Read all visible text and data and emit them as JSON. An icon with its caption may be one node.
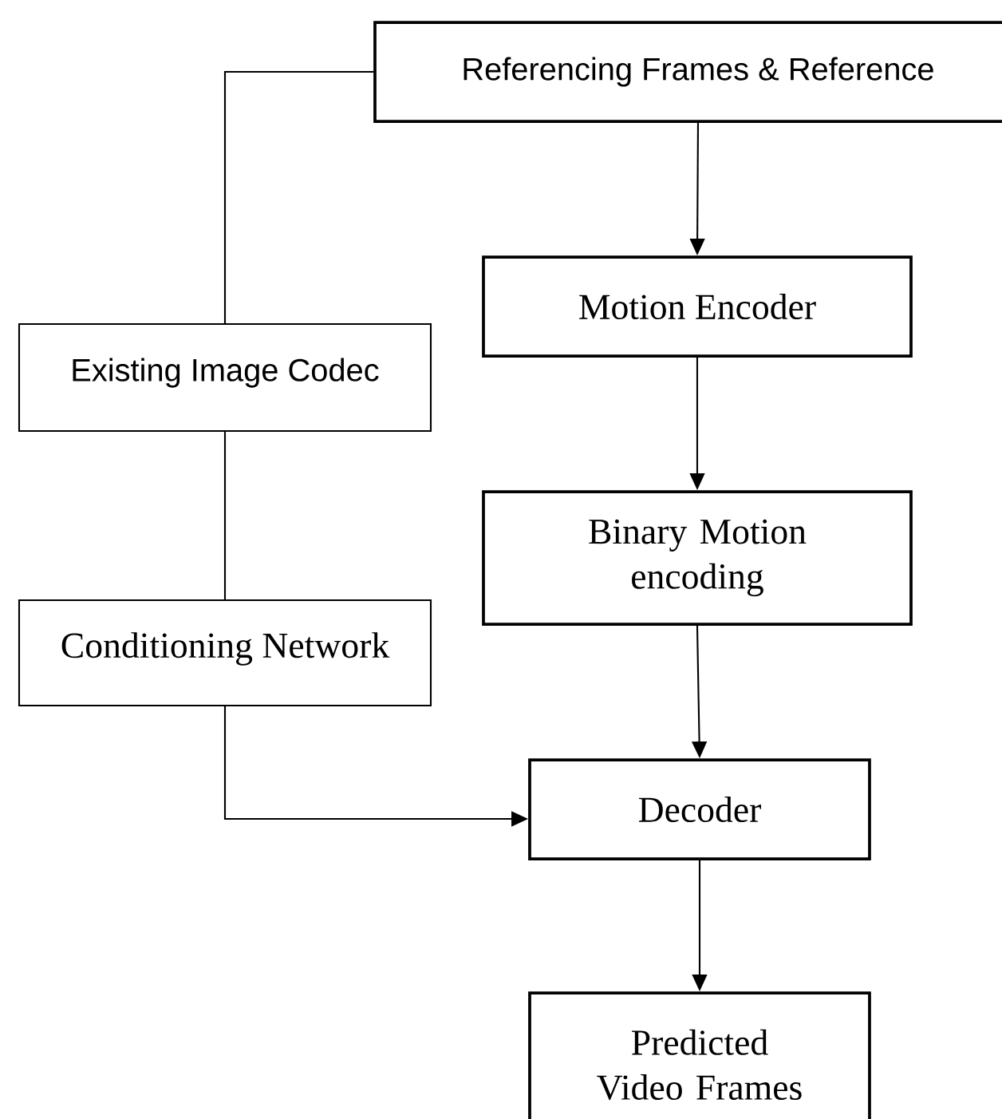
{
  "diagram": {
    "nodes": [
      {
        "text": [
          "Referencing Frames & Reference"
        ]
      },
      {
        "text": [
          "Motion Encoder"
        ]
      },
      {
        "text": [
          "Existing Image Codec"
        ]
      },
      {
        "text": [
          "Binary Motion encoding"
        ]
      },
      {
        "text": [
          "Conditioning Network"
        ]
      },
      {
        "text": [
          "Decoder"
        ]
      },
      {
        "text": [
          "Predicted Video Frames"
        ]
      }
    ],
    "edges": [
      {
        "from": 0,
        "to": 1,
        "arrow": "to"
      },
      {
        "from": 1,
        "to": 3,
        "arrow": "to"
      },
      {
        "from": 3,
        "to": 5,
        "arrow": "to"
      },
      {
        "from": 5,
        "to": 6,
        "arrow": "to"
      },
      {
        "from": 0,
        "to": 2,
        "arrow": "none"
      },
      {
        "from": 2,
        "to": 4,
        "arrow": "none"
      },
      {
        "from": 4,
        "to": 5,
        "arrow": "to"
      }
    ]
  }
}
